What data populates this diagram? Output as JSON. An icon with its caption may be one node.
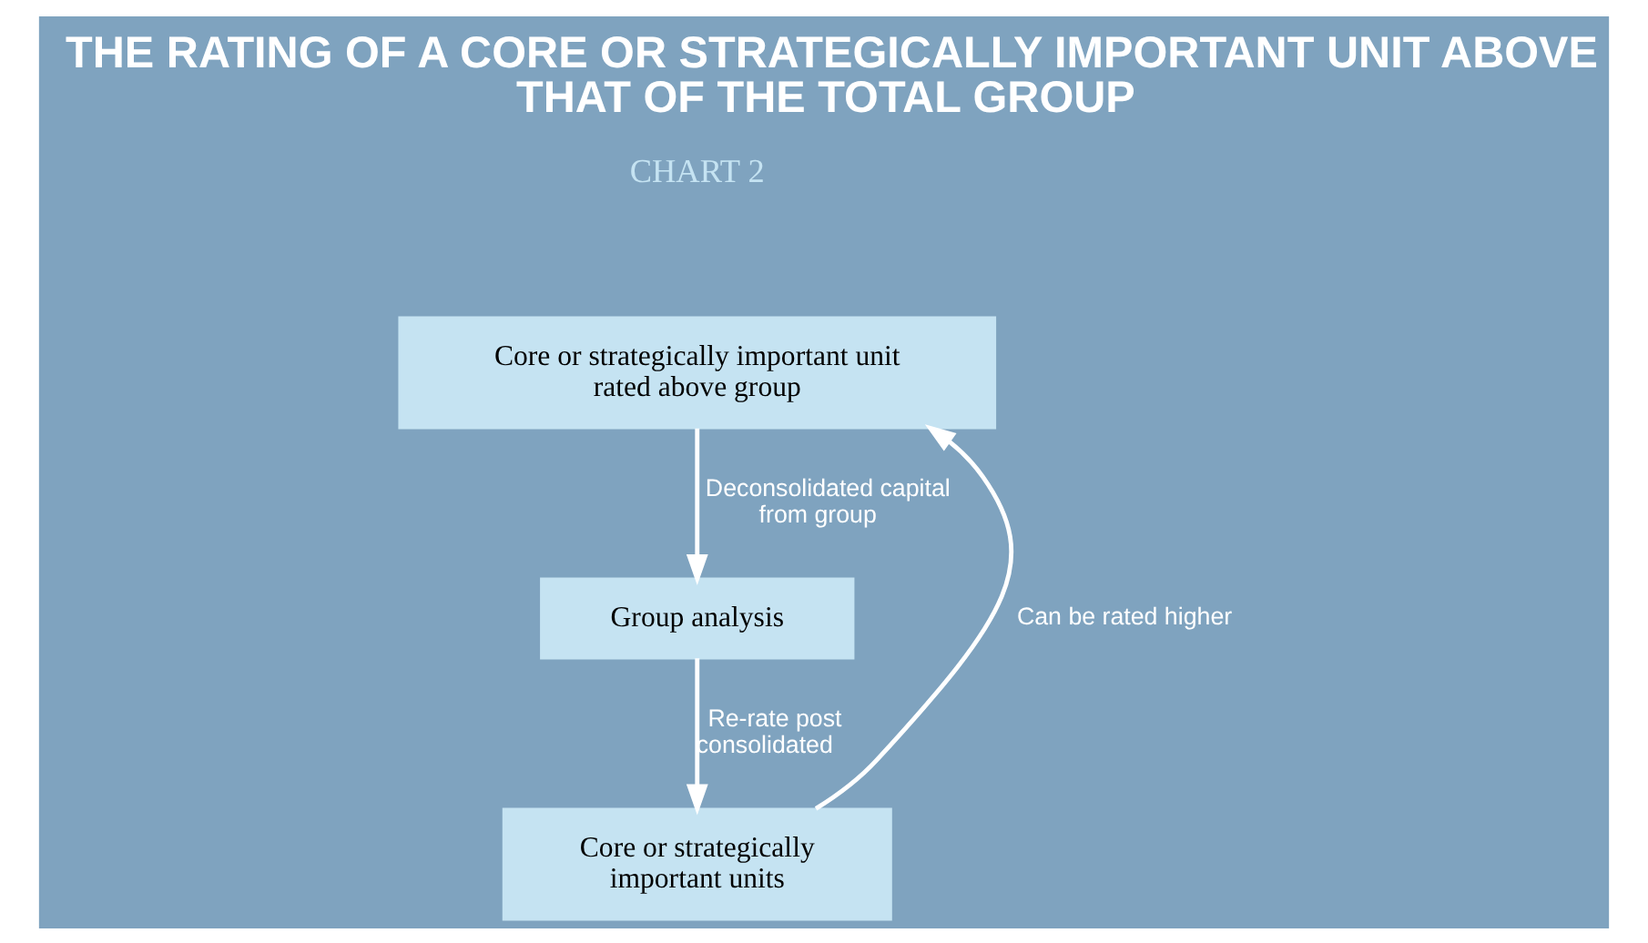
{
  "diagram": {
    "title": "THE RATING OF A CORE OR STRATEGICALLY IMPORTANT UNIT ABOVE THAT OF THE TOTAL GROUP",
    "nodes": [
      {
        "text": [
          "Core or strategically important unit rated above group"
        ]
      },
      {
        "text": [
          "Group analysis"
        ]
      },
      {
        "text": [
          "Core or strategically important units"
        ]
      }
    ],
    "edges": [
      {
        "from": 0,
        "to": 1,
        "arrow": "to",
        "label": "Deconsolidated capital from group"
      },
      {
        "from": 1,
        "to": 2,
        "arrow": "to",
        "label": "Re-rate post consolidated"
      },
      {
        "from": 2,
        "to": 0,
        "arrow": "to",
        "label": "Can be rated higher"
      }
    ],
    "labels": [
      "CHART 2"
    ]
  }
}
